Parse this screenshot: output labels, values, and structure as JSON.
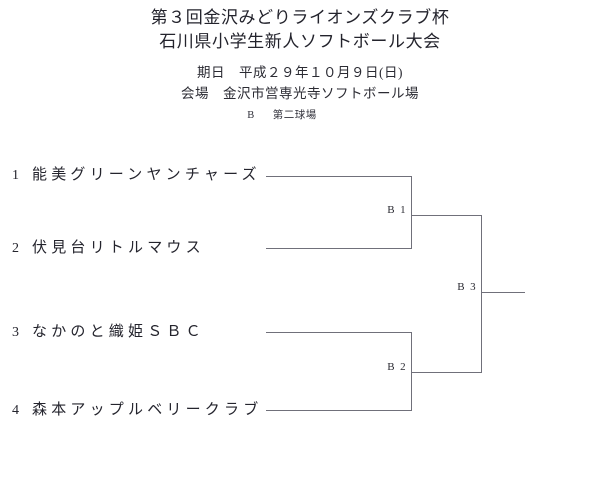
{
  "title": {
    "line1": "第３回金沢みどりライオンズクラブ杯",
    "line2": "石川県小学生新人ソフトボール大会"
  },
  "info": {
    "date_label": "期日",
    "date_value": "平成２９年１０月９日(日)",
    "venue_label": "会場",
    "venue_value": "金沢市営専光寺ソフトボール場",
    "block_label": "B",
    "field_value": "第二球場"
  },
  "bracket": {
    "teams": [
      {
        "seed": "1",
        "name": "能美グリーンヤンチャーズ"
      },
      {
        "seed": "2",
        "name": "伏見台リトルマウス"
      },
      {
        "seed": "3",
        "name": "なかのと織姫ＳＢＣ"
      },
      {
        "seed": "4",
        "name": "森本アップルベリークラブ"
      }
    ],
    "matches": [
      {
        "id": "B1",
        "label": "B 1"
      },
      {
        "id": "B2",
        "label": "B 2"
      },
      {
        "id": "B3",
        "label": "B 3"
      }
    ]
  },
  "colors": {
    "text": "#24242d",
    "line": "#70707a",
    "background": "#ffffff"
  }
}
